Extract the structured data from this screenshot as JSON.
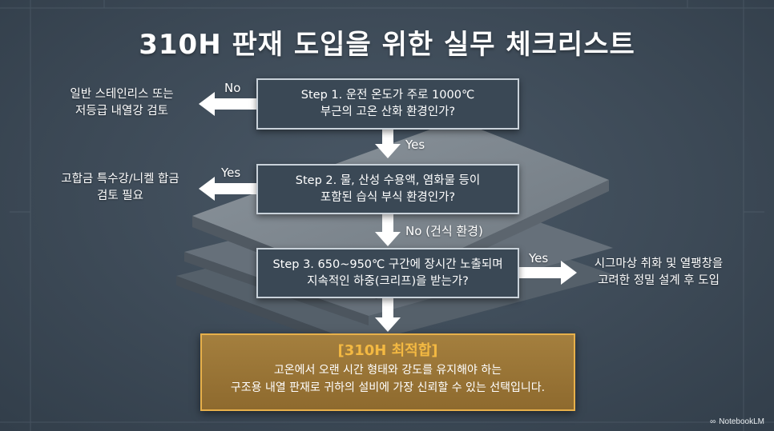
{
  "title": "310H 판재 도입을 위한 실무 체크리스트",
  "steps": [
    {
      "lines": [
        "Step 1. 운전 온도가 주로 1000℃",
        "부근의 고온 산화 환경인가?"
      ]
    },
    {
      "lines": [
        "Step 2. 물, 산성 수용액, 염화물 등이",
        "포함된 습식 부식 환경인가?"
      ]
    },
    {
      "lines": [
        "Step 3. 650~950℃ 구간에 장시간 노출되며",
        "지속적인 하중(크리프)을 받는가?"
      ]
    }
  ],
  "side_results": [
    {
      "lines": [
        "일반 스테인리스 또는",
        "저등급 내열강 검토"
      ]
    },
    {
      "lines": [
        "고합금 특수강/니켈 합금",
        "검토 필요"
      ]
    },
    {
      "lines": [
        "시그마상 취화 및 열팽창을",
        "고려한 정밀 설계 후 도입"
      ]
    }
  ],
  "branch_labels": {
    "step1_side": "No",
    "step1_down": "Yes",
    "step2_side": "Yes",
    "step2_down": "No (건식 환경)",
    "step3_side": "Yes"
  },
  "final": {
    "title": "[310H 최적합]",
    "lines": [
      "고온에서 오랜 시간 형태와 강도를 유지해야 하는",
      "구조용 내열 판재로 귀하의 설비에 가장 신뢰할 수 있는 선택입니다."
    ]
  },
  "watermark": "NotebookLM",
  "colors": {
    "background": "#3d4a57",
    "box_fill": "#3a4855",
    "box_border": "#c9d2da",
    "final_fill": "#9a763a",
    "final_border": "#e7b04a",
    "final_title": "#f4b942"
  }
}
